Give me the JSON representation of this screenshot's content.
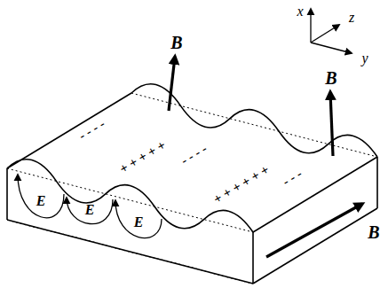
{
  "diagram": {
    "labels": [
      "x",
      "z",
      "y",
      "B",
      "B",
      "B",
      "E",
      "E",
      "E",
      "- - - -",
      "+ + + + +",
      "- - - -",
      "+ + + + + +",
      "- - -"
    ]
  }
}
